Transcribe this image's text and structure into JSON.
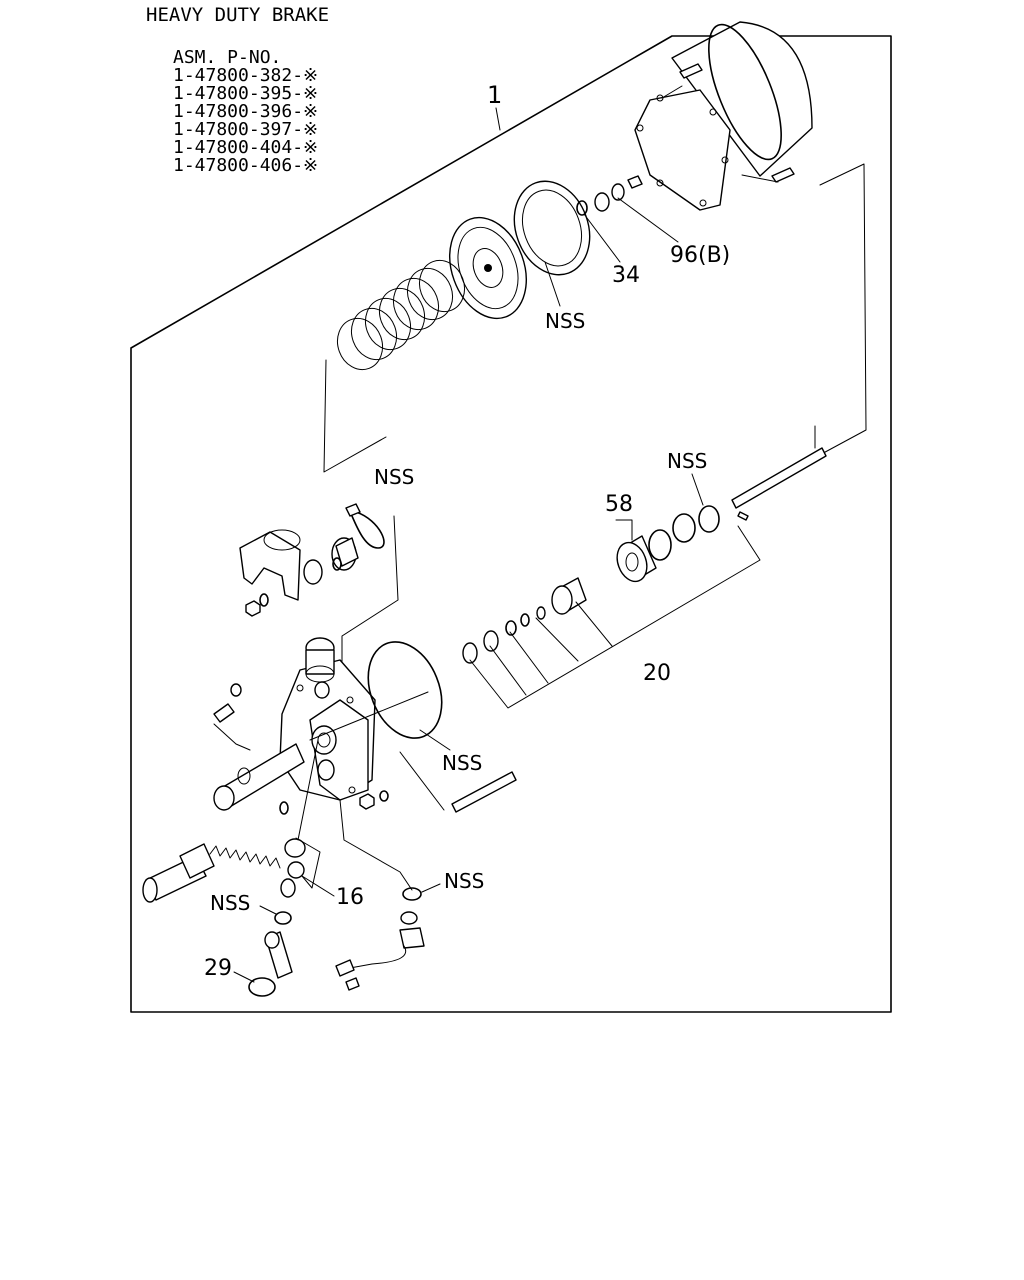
{
  "title": "HEAVY DUTY BRAKE",
  "assembly": {
    "heading": "ASM. P-NO.",
    "part_numbers": [
      "1-47800-382-※",
      "1-47800-395-※",
      "1-47800-396-※",
      "1-47800-397-※",
      "1-47800-404-※",
      "1-47800-406-※"
    ]
  },
  "callouts": {
    "c1": "1",
    "c34": "34",
    "c96": "96(B)",
    "nss_shoe": "NSS",
    "nss_clip": "NSS",
    "nss_ring": "NSS",
    "c58": "58",
    "c20": "20",
    "nss_oring": "NSS",
    "nss_washer": "NSS",
    "c16": "16",
    "nss_seal": "NSS",
    "c29": "29"
  }
}
